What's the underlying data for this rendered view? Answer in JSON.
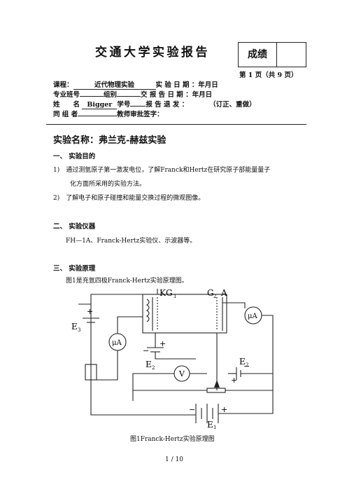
{
  "header": {
    "title": "交通大学实验报告",
    "grade_label": "成绩",
    "page_info": "第 1 页（共 9 页）"
  },
  "meta": {
    "course_label": "课程：",
    "course_value": "近代物理实验",
    "date_label": "实 验 日 期 ：年月日",
    "class_label": "专业班号",
    "group_label": "组别",
    "submit_date_label": "交 报 告 日 期 ：年月日",
    "name_label": "姓　　名",
    "name_value": "Bigger",
    "student_id_label": "学号",
    "return_label": "报 告 退 发 ：",
    "return_note": "（订正、重做）",
    "partner_label": "同 组 者",
    "teacher_label": "教师审批签字："
  },
  "experiment": {
    "name": "实验名称：弗兰克-赫兹实验"
  },
  "sections": {
    "purpose_heading": "一、 实验目的",
    "purpose_1a": "1)　通过测氩原子第一激发电位，了解Franck和Hertz在研究原子部能量量子",
    "purpose_1b": "化方面所采用的实验方法。",
    "purpose_2": "2)　了解电子和原子碰撞和能量交换过程的微观图像。",
    "equipment_heading": "二、 实验仪器",
    "equipment_text": "FH—1A、Franck-Hertz实验仪、示波器等。",
    "principle_heading": "三、 实验原理",
    "principle_text": "图1是充氩四极Franck-Hertz实验原理图。"
  },
  "figure": {
    "label_kg": "KG",
    "label_g1_sub": "1",
    "label_g2a": "G",
    "label_g2_sub": "2",
    "label_a": "A",
    "label_e3": "E",
    "label_e3_sub": "3",
    "label_e2": "E",
    "label_e2_sub": "2",
    "label_e1": "E",
    "label_e1_sub": "1",
    "label_ua": "μA",
    "label_v": "V",
    "plus": "+",
    "minus": "−",
    "caption": "图1Franck-Hertz实验原理图"
  },
  "footer": {
    "page_number": "1 / 10"
  }
}
